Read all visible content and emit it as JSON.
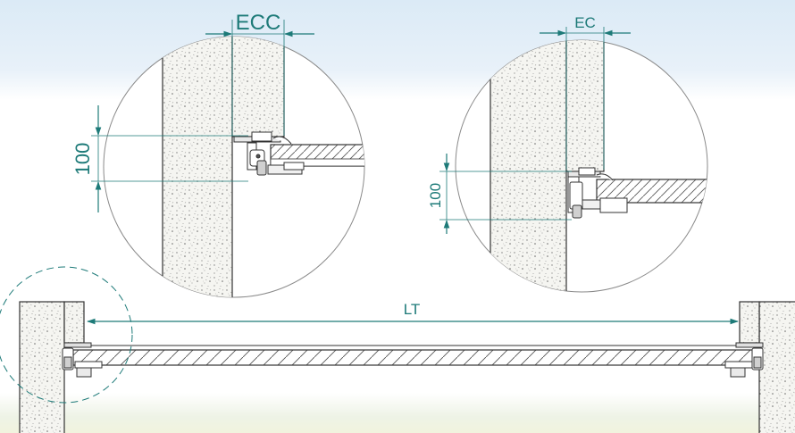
{
  "labels": {
    "ecc": "ECC",
    "ec": "EC",
    "left_100": "100",
    "right_100": "100",
    "lt": "LT"
  },
  "colors": {
    "dimension": "#1d7a78",
    "outline": "#333333",
    "wall": "#f4f4f0",
    "background_top": "#dbeaf6"
  }
}
